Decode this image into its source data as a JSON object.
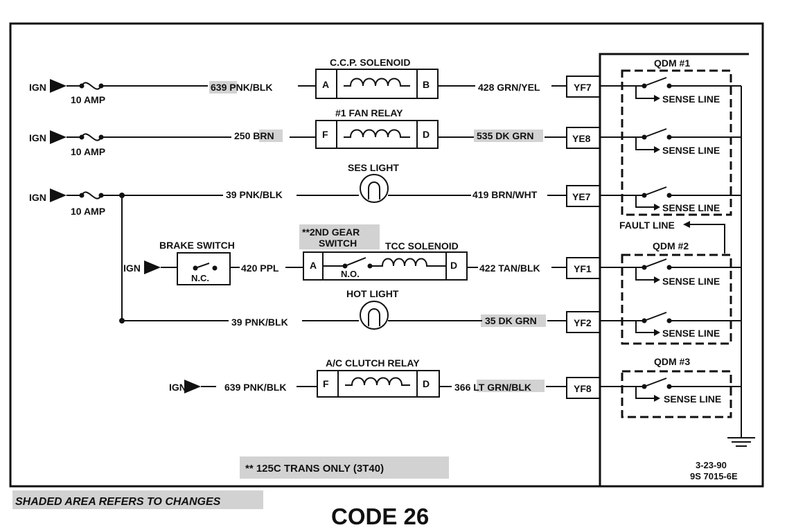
{
  "fuses": [
    {
      "source": "IGN",
      "rating": "10 AMP"
    },
    {
      "source": "IGN",
      "rating": "10 AMP"
    },
    {
      "source": "IGN",
      "rating": "10 AMP"
    }
  ],
  "components": {
    "ccp_solenoid": {
      "title": "C.C.P. SOLENOID",
      "pin_left": "A",
      "pin_right": "B"
    },
    "fan_relay": {
      "title": "#1 FAN RELAY",
      "pin_left": "F",
      "pin_right": "D"
    },
    "ses_light": {
      "title": "SES LIGHT"
    },
    "second_gear_switch": {
      "title_line1": "**2ND GEAR",
      "title_line2": "SWITCH",
      "contact": "N.O."
    },
    "tcc_solenoid": {
      "title": "TCC SOLENOID",
      "pin_left": "A",
      "pin_right": "D"
    },
    "brake_switch": {
      "title": "BRAKE SWITCH",
      "contact": "N.C.",
      "source": "IGN"
    },
    "hot_light": {
      "title": "HOT LIGHT"
    },
    "ac_clutch_relay": {
      "title": "A/C CLUTCH RELAY",
      "pin_left": "F",
      "pin_right": "D",
      "source": "IGN"
    }
  },
  "wires": {
    "w639_a": "639 PNK/BLK",
    "w428": "428 GRN/YEL",
    "w250": "250 BRN",
    "w535": "535 DK GRN",
    "w39_a": "39 PNK/BLK",
    "w419": "419 BRN/WHT",
    "w420": "420 PPL",
    "w422": "422 TAN/BLK",
    "w39_b": "39 PNK/BLK",
    "w35": "35 DK GRN",
    "w639_b": "639 PNK/BLK",
    "w366": "366 LT GRN/BLK"
  },
  "ecm_pins": [
    "YF7",
    "YE8",
    "YE7",
    "YF1",
    "YF2",
    "YF8"
  ],
  "qdm": {
    "qdm1": "QDM #1",
    "qdm2": "QDM #2",
    "qdm3": "QDM #3",
    "sense_line": "SENSE LINE",
    "fault_line": "FAULT LINE"
  },
  "footnotes": {
    "trans_note": "** 125C TRANS ONLY (3T40)",
    "date": "3-23-90",
    "doc_number": "9S 7015-6E",
    "shaded_note": "SHADED AREA REFERS TO CHANGES",
    "code_title": "CODE 26"
  }
}
